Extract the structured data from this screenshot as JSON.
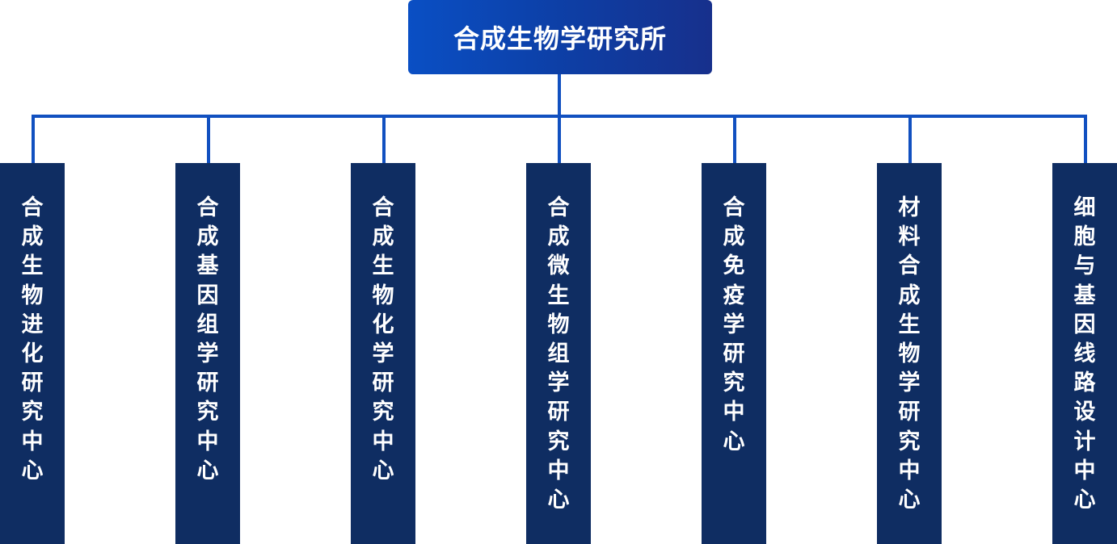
{
  "root": {
    "label": "合成生物学研究所"
  },
  "centers": [
    {
      "label": "合成生物进化研究中心"
    },
    {
      "label": "合成基因组学研究中心"
    },
    {
      "label": "合成生物化学研究中心"
    },
    {
      "label": "合成微生物组学研究中心"
    },
    {
      "label": "合成免疫学研究中心"
    },
    {
      "label": "材料合成生物学研究中心"
    },
    {
      "label": "细胞与基因线路设计中心"
    }
  ],
  "colors": {
    "root_gradient_start": "#0a4fc4",
    "root_gradient_end": "#17308c",
    "connector": "#1150c0",
    "center_box": "#0f2d62",
    "text": "#ffffff"
  }
}
